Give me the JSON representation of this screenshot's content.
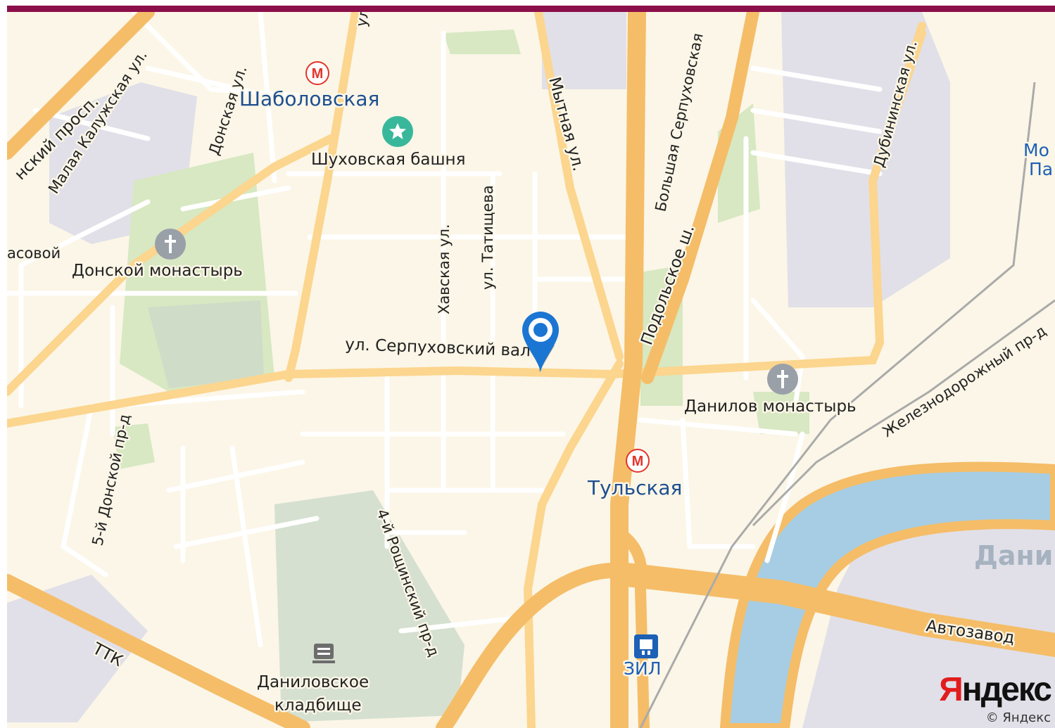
{
  "colors": {
    "background": "#fbf6e7",
    "road_major": "#f5bd68",
    "road_secondary": "#fcd58e",
    "road_minor": "#ffffff",
    "park": "#d7e8c2",
    "industrial": "#e1e0e8",
    "cemetery": "#d5e0d0",
    "river": "#a6cde3",
    "top_bar": "#8b0f4a",
    "marker": "#1a76d2",
    "metro": "#e3342c"
  },
  "streets": {
    "leninsky": "нский просп.",
    "malaya_kaluzhskaya": "Малая Калужская ул.",
    "donskaya": "Донская ул.",
    "ul_top": "ул.",
    "mytnaya": "Мытная ул.",
    "bolshaya_serpukhovskaya": "Большая Серпуховская",
    "podolskoe": "Подольское ш.",
    "dubininskaya": "Дубининская ул.",
    "khavskaya": "Хавская ул.",
    "tatishcheva": "ул. Татищева",
    "serpukhovsky_val": "ул. Серпуховский вал",
    "zheleznodorozhny": "Железнодорожный пр-д",
    "fifth_donskoy": "5-й Донской пр-д",
    "fourth_roshchinsky": "4-й Рощинский пр-д",
    "ttk": "ТТК",
    "avtozavodskaya": "Автозавод",
    "gasovoy": "асовой"
  },
  "places": {
    "shabolovskaya": "Шаболовская",
    "shukhov_tower": "Шуховская башня",
    "donskoy_monastery": "Донской монастырь",
    "danilov_monastery": "Данилов монастырь",
    "tulskaya": "Тульская",
    "zil": "ЗИЛ",
    "danilovskoe_cemetery_line1": "Даниловское",
    "danilovskoe_cemetery_line2": "кладбище",
    "moscow_pav_line1": "Мо",
    "moscow_pav_line2": "Па",
    "danil_district": "Дани"
  },
  "icons": {
    "metro": "metro-icon",
    "landmark": "star-landmark-icon",
    "church": "church-icon",
    "cemetery": "cemetery-icon",
    "train": "train-station-icon",
    "marker": "location-pin-icon"
  },
  "logo": {
    "first_letter": "Я",
    "rest": "ндекс"
  },
  "copyright": "© Яндекс"
}
